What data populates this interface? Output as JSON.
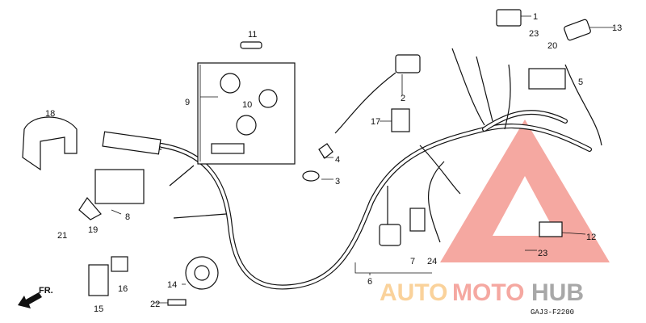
{
  "diagram": {
    "code": "GAJ3-F2200",
    "front_arrow_label": "FR.",
    "callouts": [
      "1",
      "2",
      "3",
      "4",
      "5",
      "6",
      "7",
      "8",
      "9",
      "10",
      "11",
      "12",
      "13",
      "14",
      "15",
      "16",
      "17",
      "18",
      "19",
      "20",
      "21",
      "22",
      "23",
      "23",
      "24"
    ]
  },
  "watermark": {
    "part1": "AUTO",
    "part2": "MOTO",
    "part3": "HUB",
    "colors": {
      "auto": "#f9c47a",
      "moto": "#f28b82",
      "hub": "#8c8c8c",
      "triangle": "#f28b82"
    }
  }
}
